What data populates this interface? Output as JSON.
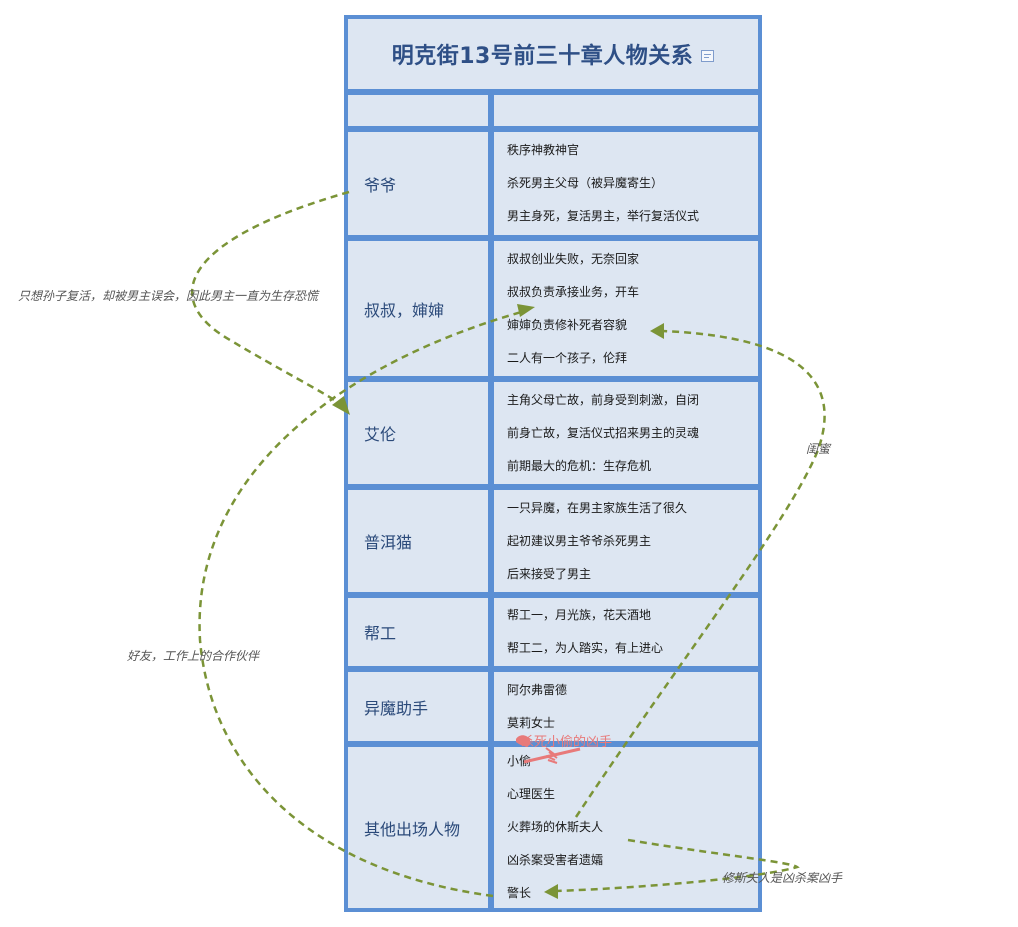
{
  "title": "明克街13号前三十章人物关系",
  "rows": [
    {
      "name": "",
      "lines": []
    },
    {
      "name": "爷爷",
      "lines": [
        "秩序神教神官",
        "杀死男主父母（被异魔寄生）",
        "男主身死，复活男主，举行复活仪式"
      ]
    },
    {
      "name": "叔叔，婶婶",
      "lines": [
        "叔叔创业失败，无奈回家",
        "叔叔负责承接业务，开车",
        "婶婶负责修补死者容貌",
        "二人有一个孩子，伦拜"
      ]
    },
    {
      "name": "艾伦",
      "lines": [
        "主角父母亡故，前身受到刺激，自闭",
        "前身亡故，复活仪式招来男主的灵魂",
        "前期最大的危机：生存危机"
      ]
    },
    {
      "name": "普洱猫",
      "lines": [
        "一只异魔，在男主家族生活了很久",
        "起初建议男主爷爷杀死男主",
        "后来接受了男主"
      ]
    },
    {
      "name": "帮工",
      "lines": [
        "帮工一，月光族，花天酒地",
        "帮工二，为人踏实，有上进心"
      ]
    },
    {
      "name": "异魔助手",
      "lines": [
        "阿尔弗雷德",
        "莫莉女士"
      ]
    },
    {
      "name": "其他出场人物",
      "lines": [
        "小偷",
        "心理医生",
        "火葬场的休斯夫人",
        "凶杀案受害者遗孀",
        "警长"
      ]
    }
  ],
  "relations": [
    {
      "label": "只想孙子复活，却被男主误会，因此男主一直为生存恐慌"
    },
    {
      "label": "好友，工作上的合作伙伴"
    },
    {
      "label": "闺蜜"
    },
    {
      "label": "修斯夫人是凶杀案凶手"
    },
    {
      "label": "杀死小偷的凶手"
    }
  ],
  "colors": {
    "grid": "#5b8fd4",
    "cell": "#dde6f2",
    "title": "#2e4f86",
    "arrow": "#7b9437",
    "accent_arrow": "#e87a7a"
  }
}
